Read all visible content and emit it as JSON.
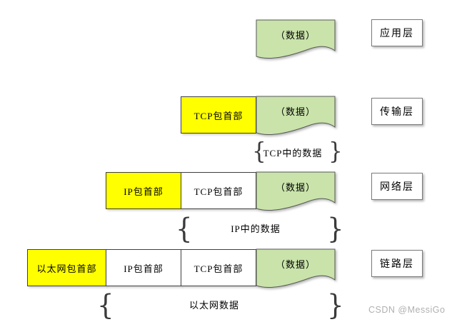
{
  "colors": {
    "header_highlight": "#ffff00",
    "data_green": "#c9e3aa",
    "segment_border": "#404040",
    "label_border": "#7a7a7a",
    "watermark_gray": "#b0b0b0"
  },
  "glyphs": {
    "brace_open": "{",
    "brace_close": "}"
  },
  "watermark": "CSDN @MessiGo",
  "layers": [
    {
      "label": "应用层",
      "segments": [
        "（数据）"
      ],
      "brace_caption": ""
    },
    {
      "label": "传输层",
      "segments": [
        "TCP包首部",
        "（数据）"
      ],
      "brace_caption": "TCP中的数据"
    },
    {
      "label": "网络层",
      "segments": [
        "IP包首部",
        "TCP包首部",
        "（数据）"
      ],
      "brace_caption": "IP中的数据"
    },
    {
      "label": "链路层",
      "segments": [
        "以太网包首部",
        "IP包首部",
        "TCP包首部",
        "（数据）"
      ],
      "brace_caption": "以太网数据"
    }
  ]
}
